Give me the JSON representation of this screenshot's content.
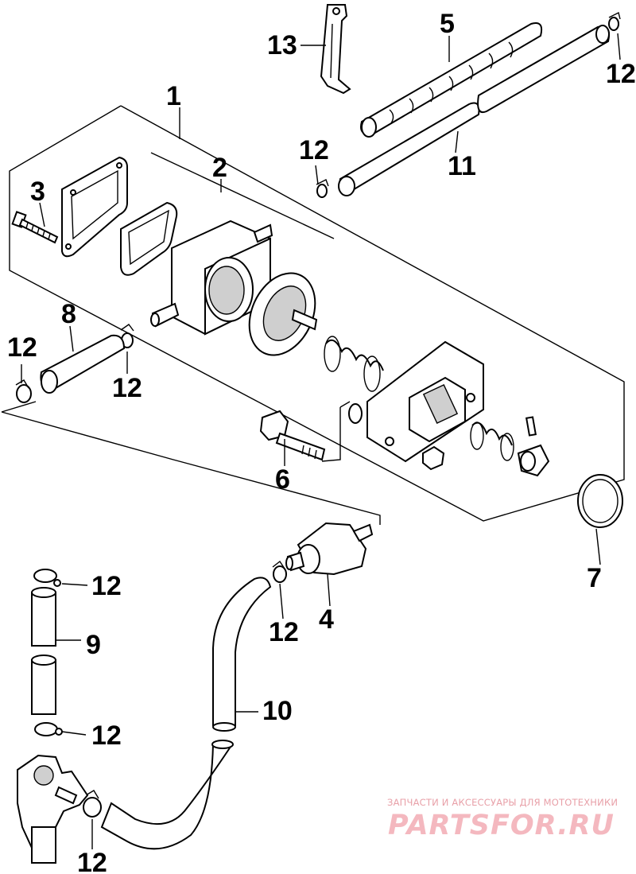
{
  "diagram": {
    "labels": {
      "p1": "1",
      "p2": "2",
      "p3": "3",
      "p4": "4",
      "p5": "5",
      "p6": "6",
      "p7": "7",
      "p8": "8",
      "p9": "9",
      "p10": "10",
      "p11": "11",
      "p13": "13",
      "c12_a": "12",
      "c12_b": "12",
      "c12_c": "12",
      "c12_d": "12",
      "c12_e": "12",
      "c12_f": "12",
      "c12_g": "12",
      "c12_h": "12"
    }
  },
  "watermark": {
    "tagline": "ЗАПЧАСТИ И АКСЕССУАРЫ ДЛЯ МОТОТЕХНИКИ",
    "brand": "PARTSFOR.RU",
    "color": "#f4b8bf"
  }
}
